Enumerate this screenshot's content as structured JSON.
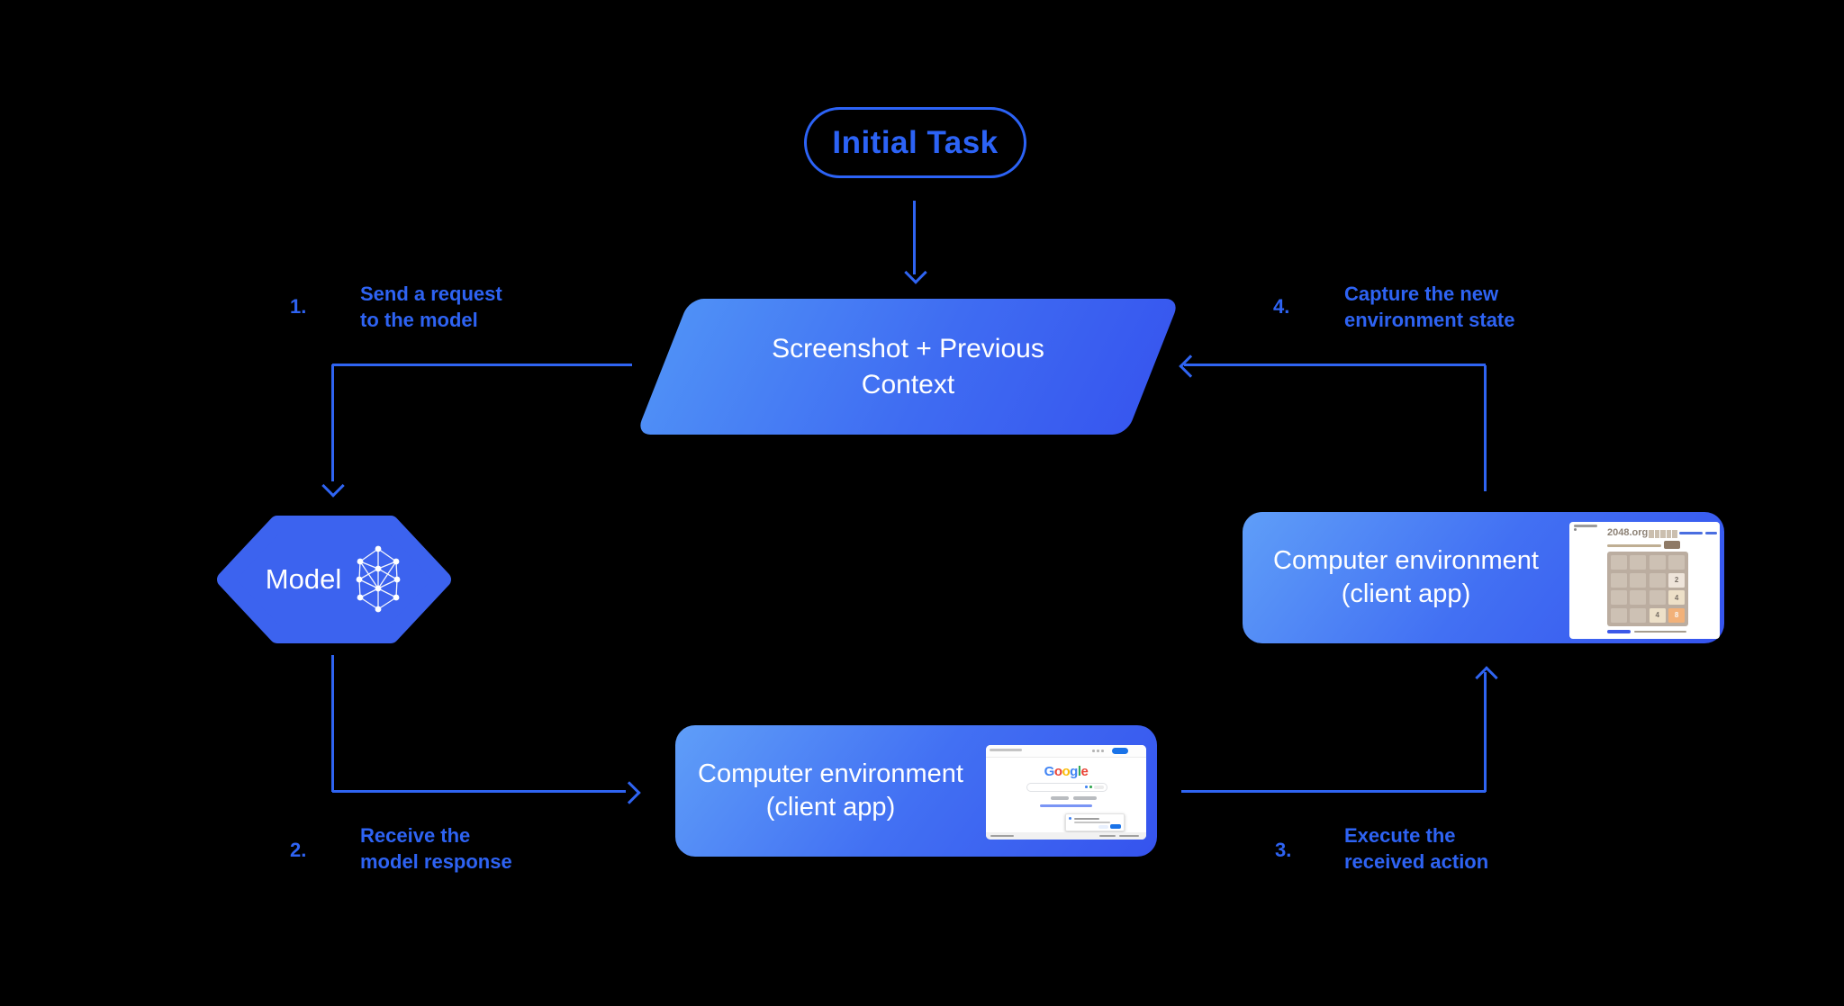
{
  "colors": {
    "background": "#000000",
    "accent_blue": "#2f64f2",
    "pill_blue": "#2c63f6",
    "hexagon_fill": "#3c63ef",
    "shape_gradient_light": "#5f9ef8",
    "shape_gradient_dark": "#3553ee",
    "google_blue": "#1a73e8",
    "tile_2": "#eee4da",
    "tile_4": "#ede0c8",
    "tile_8": "#f2b179"
  },
  "initial_task": {
    "label": "Initial Task"
  },
  "screenshot_context": {
    "line1": "Screenshot + Previous",
    "line2": "Context"
  },
  "model": {
    "label": "Model",
    "icon": "neural-network-icon"
  },
  "env_box": {
    "line1": "Computer environment",
    "line2": "(client app)"
  },
  "steps": [
    {
      "num": "1.",
      "line1": "Send a request",
      "line2": "to the model"
    },
    {
      "num": "2.",
      "line1": "Receive the",
      "line2": "model response"
    },
    {
      "num": "3.",
      "line1": "Execute the",
      "line2": "received action"
    },
    {
      "num": "4.",
      "line1": "Capture the new",
      "line2": "environment state"
    }
  ],
  "google_screenshot": {
    "logo_letters": [
      "G",
      "o",
      "o",
      "g",
      "l",
      "e"
    ],
    "logo_colors": [
      "#4285F4",
      "#EA4335",
      "#FBBC05",
      "#4285F4",
      "#34A853",
      "#EA4335"
    ]
  },
  "g2048": {
    "site": "2048.org",
    "grid": [
      [
        "",
        "",
        "",
        ""
      ],
      [
        "",
        "",
        "",
        "2"
      ],
      [
        "",
        "",
        "",
        "4"
      ],
      [
        "",
        "",
        "4",
        "8"
      ]
    ]
  }
}
